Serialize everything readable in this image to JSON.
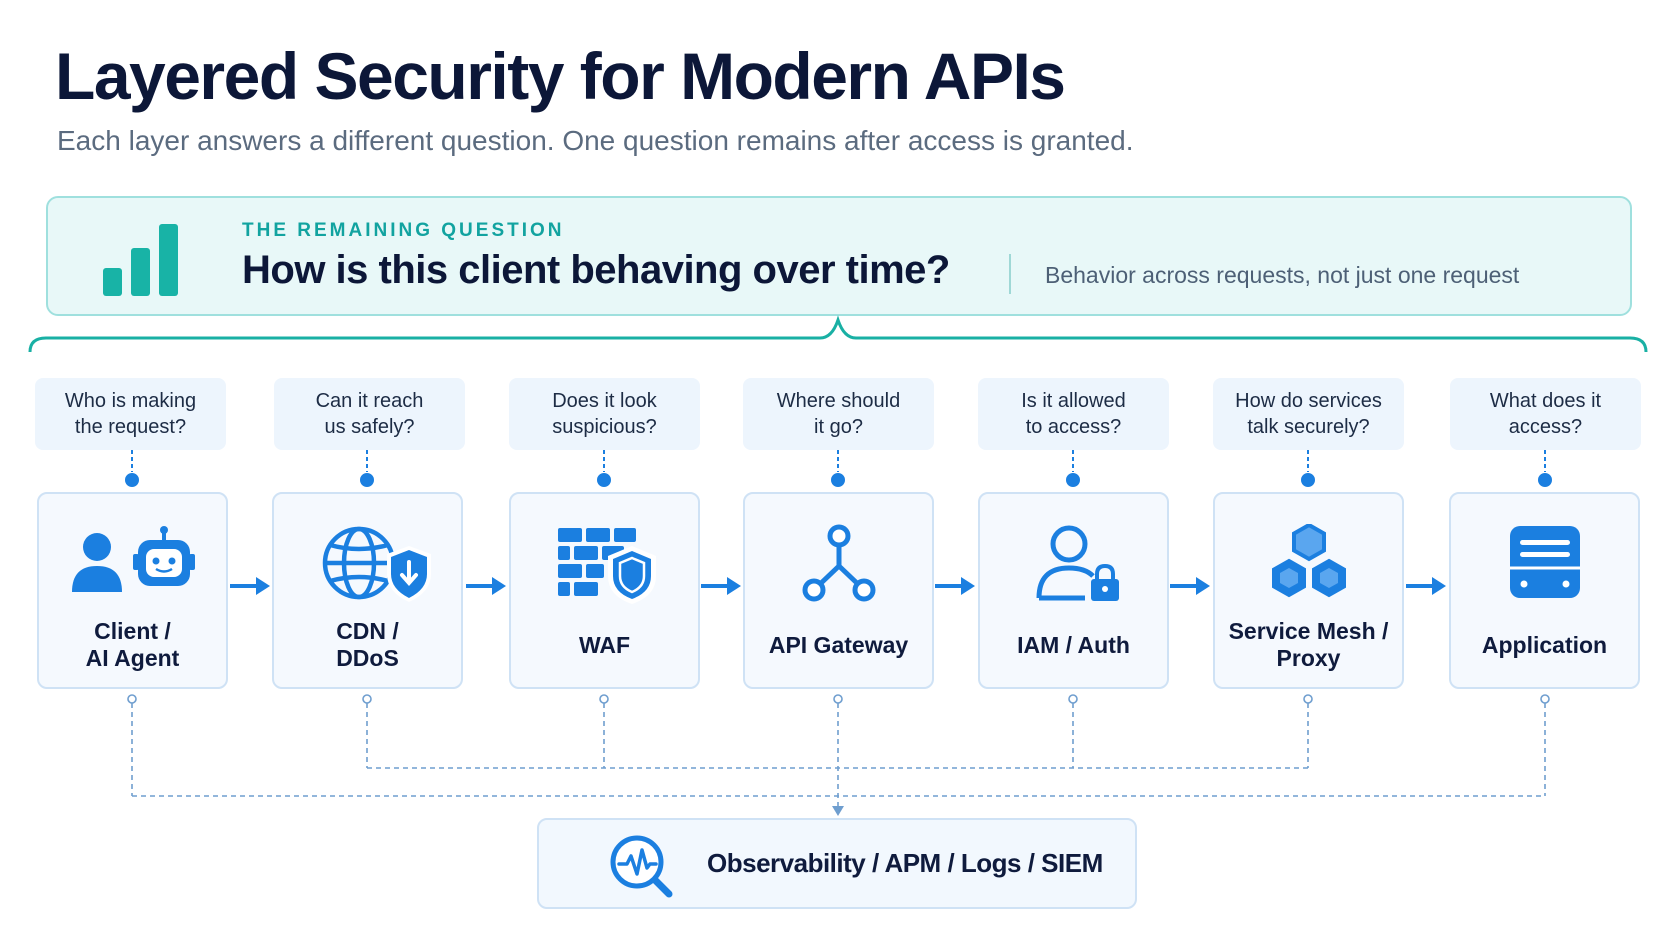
{
  "header": {
    "title": "Layered Security for Modern APIs",
    "subtitle": "Each layer answers a different question. One question remains after access is granted."
  },
  "banner": {
    "icon": "bar-chart-icon",
    "eyebrow": "THE REMAINING QUESTION",
    "question": "How is this client behaving over time?",
    "note": "Behavior across requests, not just one request"
  },
  "layers": [
    {
      "question_l1": "Who is making",
      "question_l2": "the request?",
      "label_l1": "Client /",
      "label_l2": "AI Agent",
      "icon": "user-robot-icon"
    },
    {
      "question_l1": "Can it reach",
      "question_l2": "us safely?",
      "label_l1": "CDN /",
      "label_l2": "DDoS",
      "icon": "globe-shield-icon"
    },
    {
      "question_l1": "Does it look",
      "question_l2": "suspicious?",
      "label_l1": "WAF",
      "label_l2": "",
      "icon": "firewall-shield-icon"
    },
    {
      "question_l1": "Where should",
      "question_l2": "it go?",
      "label_l1": "API Gateway",
      "label_l2": "",
      "icon": "gateway-routing-icon"
    },
    {
      "question_l1": "Is it allowed",
      "question_l2": "to access?",
      "label_l1": "IAM / Auth",
      "label_l2": "",
      "icon": "user-lock-icon"
    },
    {
      "question_l1": "How do services",
      "question_l2": "talk securely?",
      "label_l1": "Service Mesh /",
      "label_l2": "Proxy",
      "icon": "hexagon-mesh-icon"
    },
    {
      "question_l1": "What does it",
      "question_l2": "access?",
      "label_l1": "Application",
      "label_l2": "",
      "icon": "server-icon"
    }
  ],
  "observability": {
    "label": "Observability / APM / Logs / SIEM",
    "icon": "magnifier-pulse-icon"
  },
  "colors": {
    "primary_blue": "#1b7fe0",
    "teal": "#16b5a8",
    "title_navy": "#0c1738",
    "card_border": "#cfe2f5"
  }
}
